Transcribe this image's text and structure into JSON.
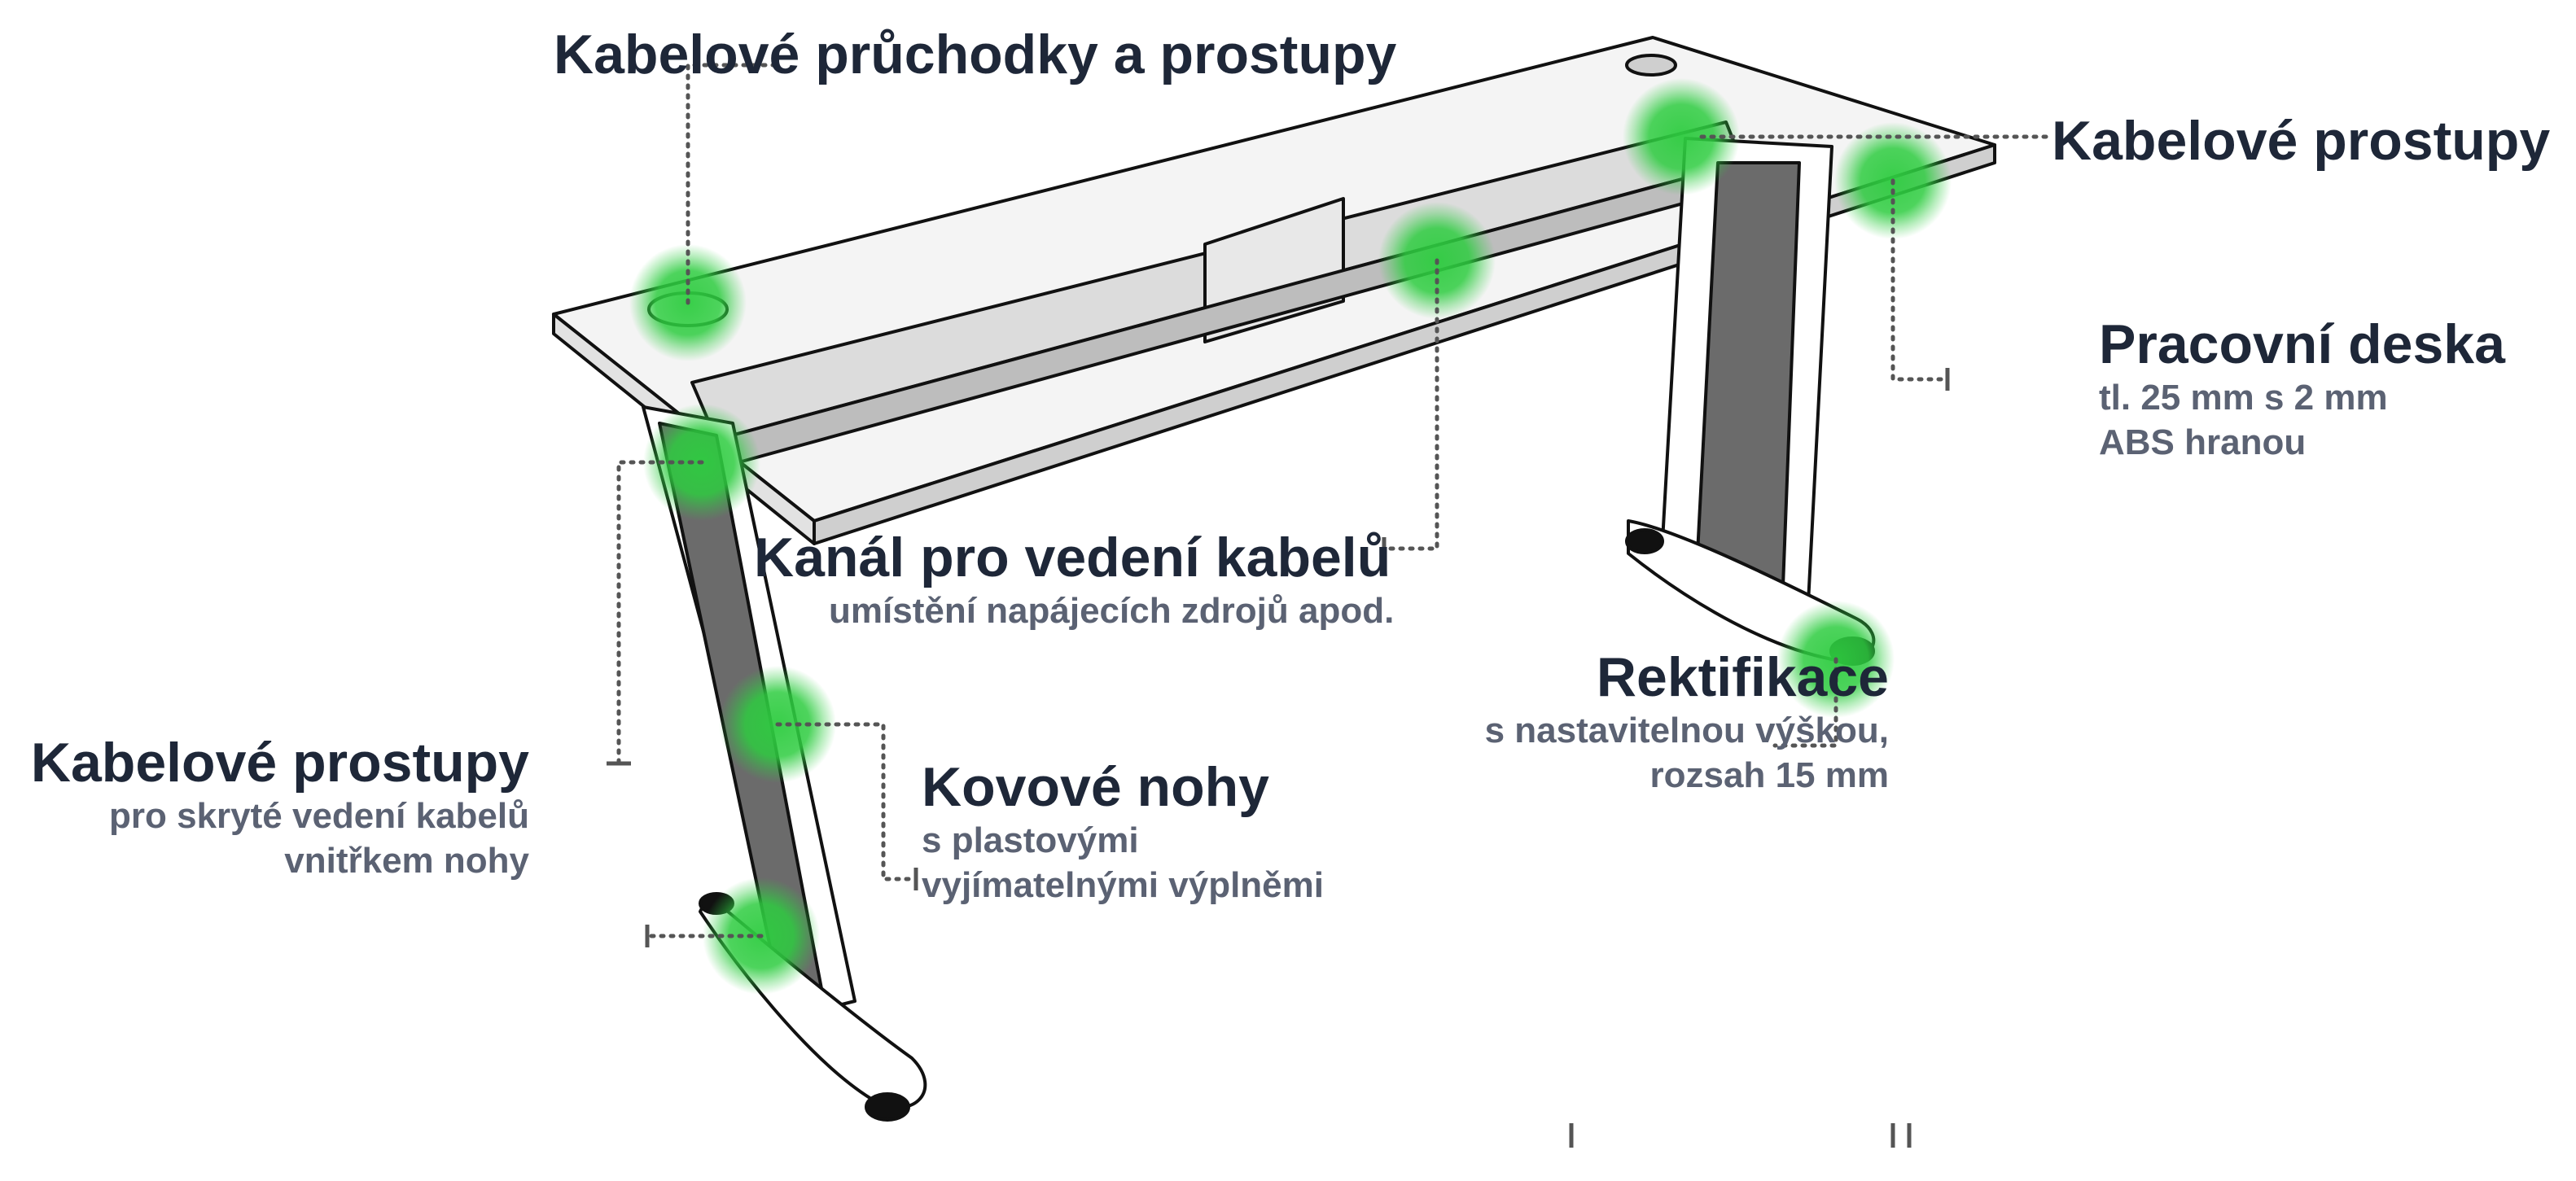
{
  "labels": {
    "cable_grommets": {
      "title": "Kabelové průchodky a prostupy"
    },
    "cable_passages_right": {
      "title": "Kabelové prostupy"
    },
    "desk_top": {
      "title": "Pracovní deska",
      "line1": "tl. 25 mm s 2 mm",
      "line2": "ABS hranou"
    },
    "cable_channel": {
      "title": "Kanál pro vedení kabelů",
      "line1": "umístění napájecích zdrojů apod."
    },
    "leveling": {
      "title": "Rektifikace",
      "line1": "s nastavitelnou výškou,",
      "line2": "rozsah 15 mm"
    },
    "cable_passages_left": {
      "title": "Kabelové prostupy",
      "line1": "pro skryté vedení kabelů",
      "line2": "vnitřkem nohy"
    },
    "metal_legs": {
      "title": "Kovové nohy",
      "line1": "s plastovými",
      "line2": "vyjímatelnými výplněmi"
    }
  },
  "colors": {
    "title_text": "#1e2738",
    "subtitle_text": "#5b6273",
    "highlight": "#2ecc40",
    "desk_outline": "#111111",
    "desk_fill": "#f4f4f4",
    "channel_fill": "#dcdcdc",
    "leg_panel": "#6b6b6b"
  }
}
